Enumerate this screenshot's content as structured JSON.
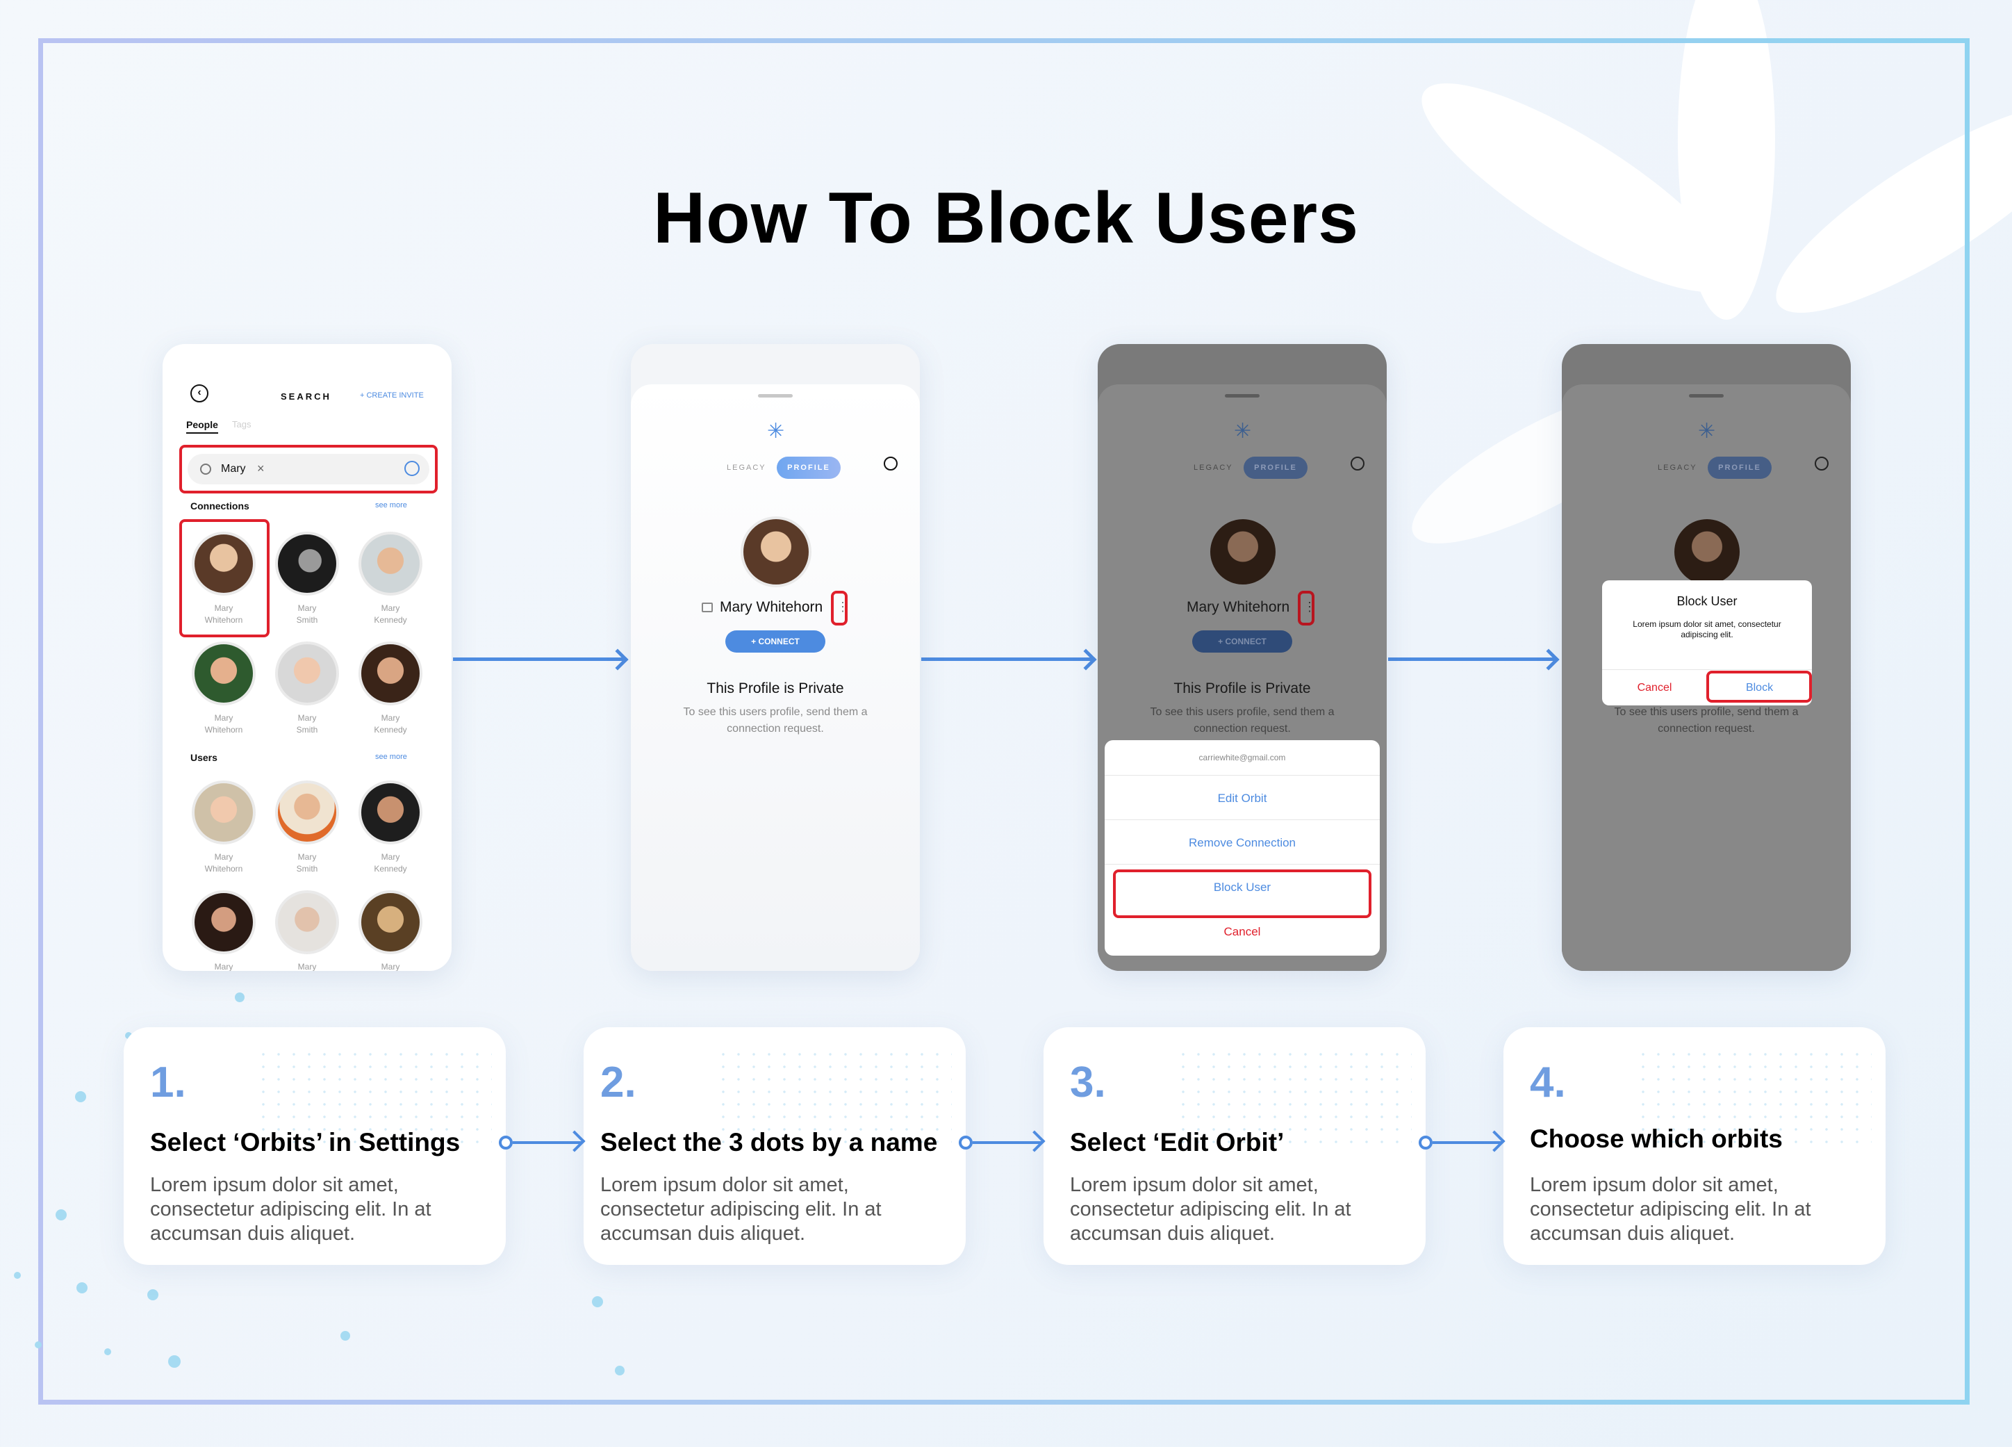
{
  "title": "How To Block Users",
  "colors": {
    "accent": "#4d8be0",
    "highlight": "#e0202c",
    "number": "#6f9de0"
  },
  "screen1": {
    "header": "SEARCH",
    "create_invite": "+ CREATE INVITE",
    "tabs": [
      "People",
      "Tags"
    ],
    "search_value": "Mary",
    "connections_label": "Connections",
    "users_label": "Users",
    "see_more": "see more",
    "connections": [
      {
        "first": "Mary",
        "last": "Whitehorn"
      },
      {
        "first": "Mary",
        "last": "Smith"
      },
      {
        "first": "Mary",
        "last": "Kennedy"
      },
      {
        "first": "Mary",
        "last": "Whitehorn"
      },
      {
        "first": "Mary",
        "last": "Smith"
      },
      {
        "first": "Mary",
        "last": "Kennedy"
      }
    ],
    "users": [
      {
        "first": "Mary",
        "last": "Whitehorn"
      },
      {
        "first": "Mary",
        "last": "Smith"
      },
      {
        "first": "Mary",
        "last": "Kennedy"
      },
      {
        "first": "Mary",
        "last": ""
      },
      {
        "first": "Mary",
        "last": ""
      },
      {
        "first": "Mary",
        "last": ""
      }
    ]
  },
  "profile": {
    "tab_legacy": "LEGACY",
    "tab_profile": "PROFILE",
    "name": "Mary Whitehorn",
    "dots": "⋮",
    "connect": "+ CONNECT",
    "private_title": "This Profile is Private",
    "private_text": "To see this users profile, send them a connection request."
  },
  "action_sheet": {
    "email": "carriewhite@gmail.com",
    "edit": "Edit Orbit",
    "remove": "Remove Connection",
    "block": "Block User",
    "cancel": "Cancel"
  },
  "dialog": {
    "title": "Block User",
    "text": "Lorem ipsum dolor sit amet, consectetur adipiscing elit.",
    "cancel": "Cancel",
    "block": "Block"
  },
  "steps": [
    {
      "num": "1.",
      "head": "Select ‘Orbits’ in Settings",
      "body": "Lorem ipsum dolor sit amet, consectetur adipiscing elit. In at accumsan duis aliquet."
    },
    {
      "num": "2.",
      "head": "Select the 3 dots by a name",
      "body": "Lorem ipsum dolor sit amet, consectetur adipiscing elit. In at accumsan duis aliquet."
    },
    {
      "num": "3.",
      "head": "Select ‘Edit Orbit’",
      "body": "Lorem ipsum dolor sit amet, consectetur adipiscing elit. In at accumsan duis aliquet."
    },
    {
      "num": "4.",
      "head": "Choose which orbits",
      "body": "Lorem ipsum dolor sit amet, consectetur adipiscing elit. In at accumsan duis aliquet."
    }
  ]
}
